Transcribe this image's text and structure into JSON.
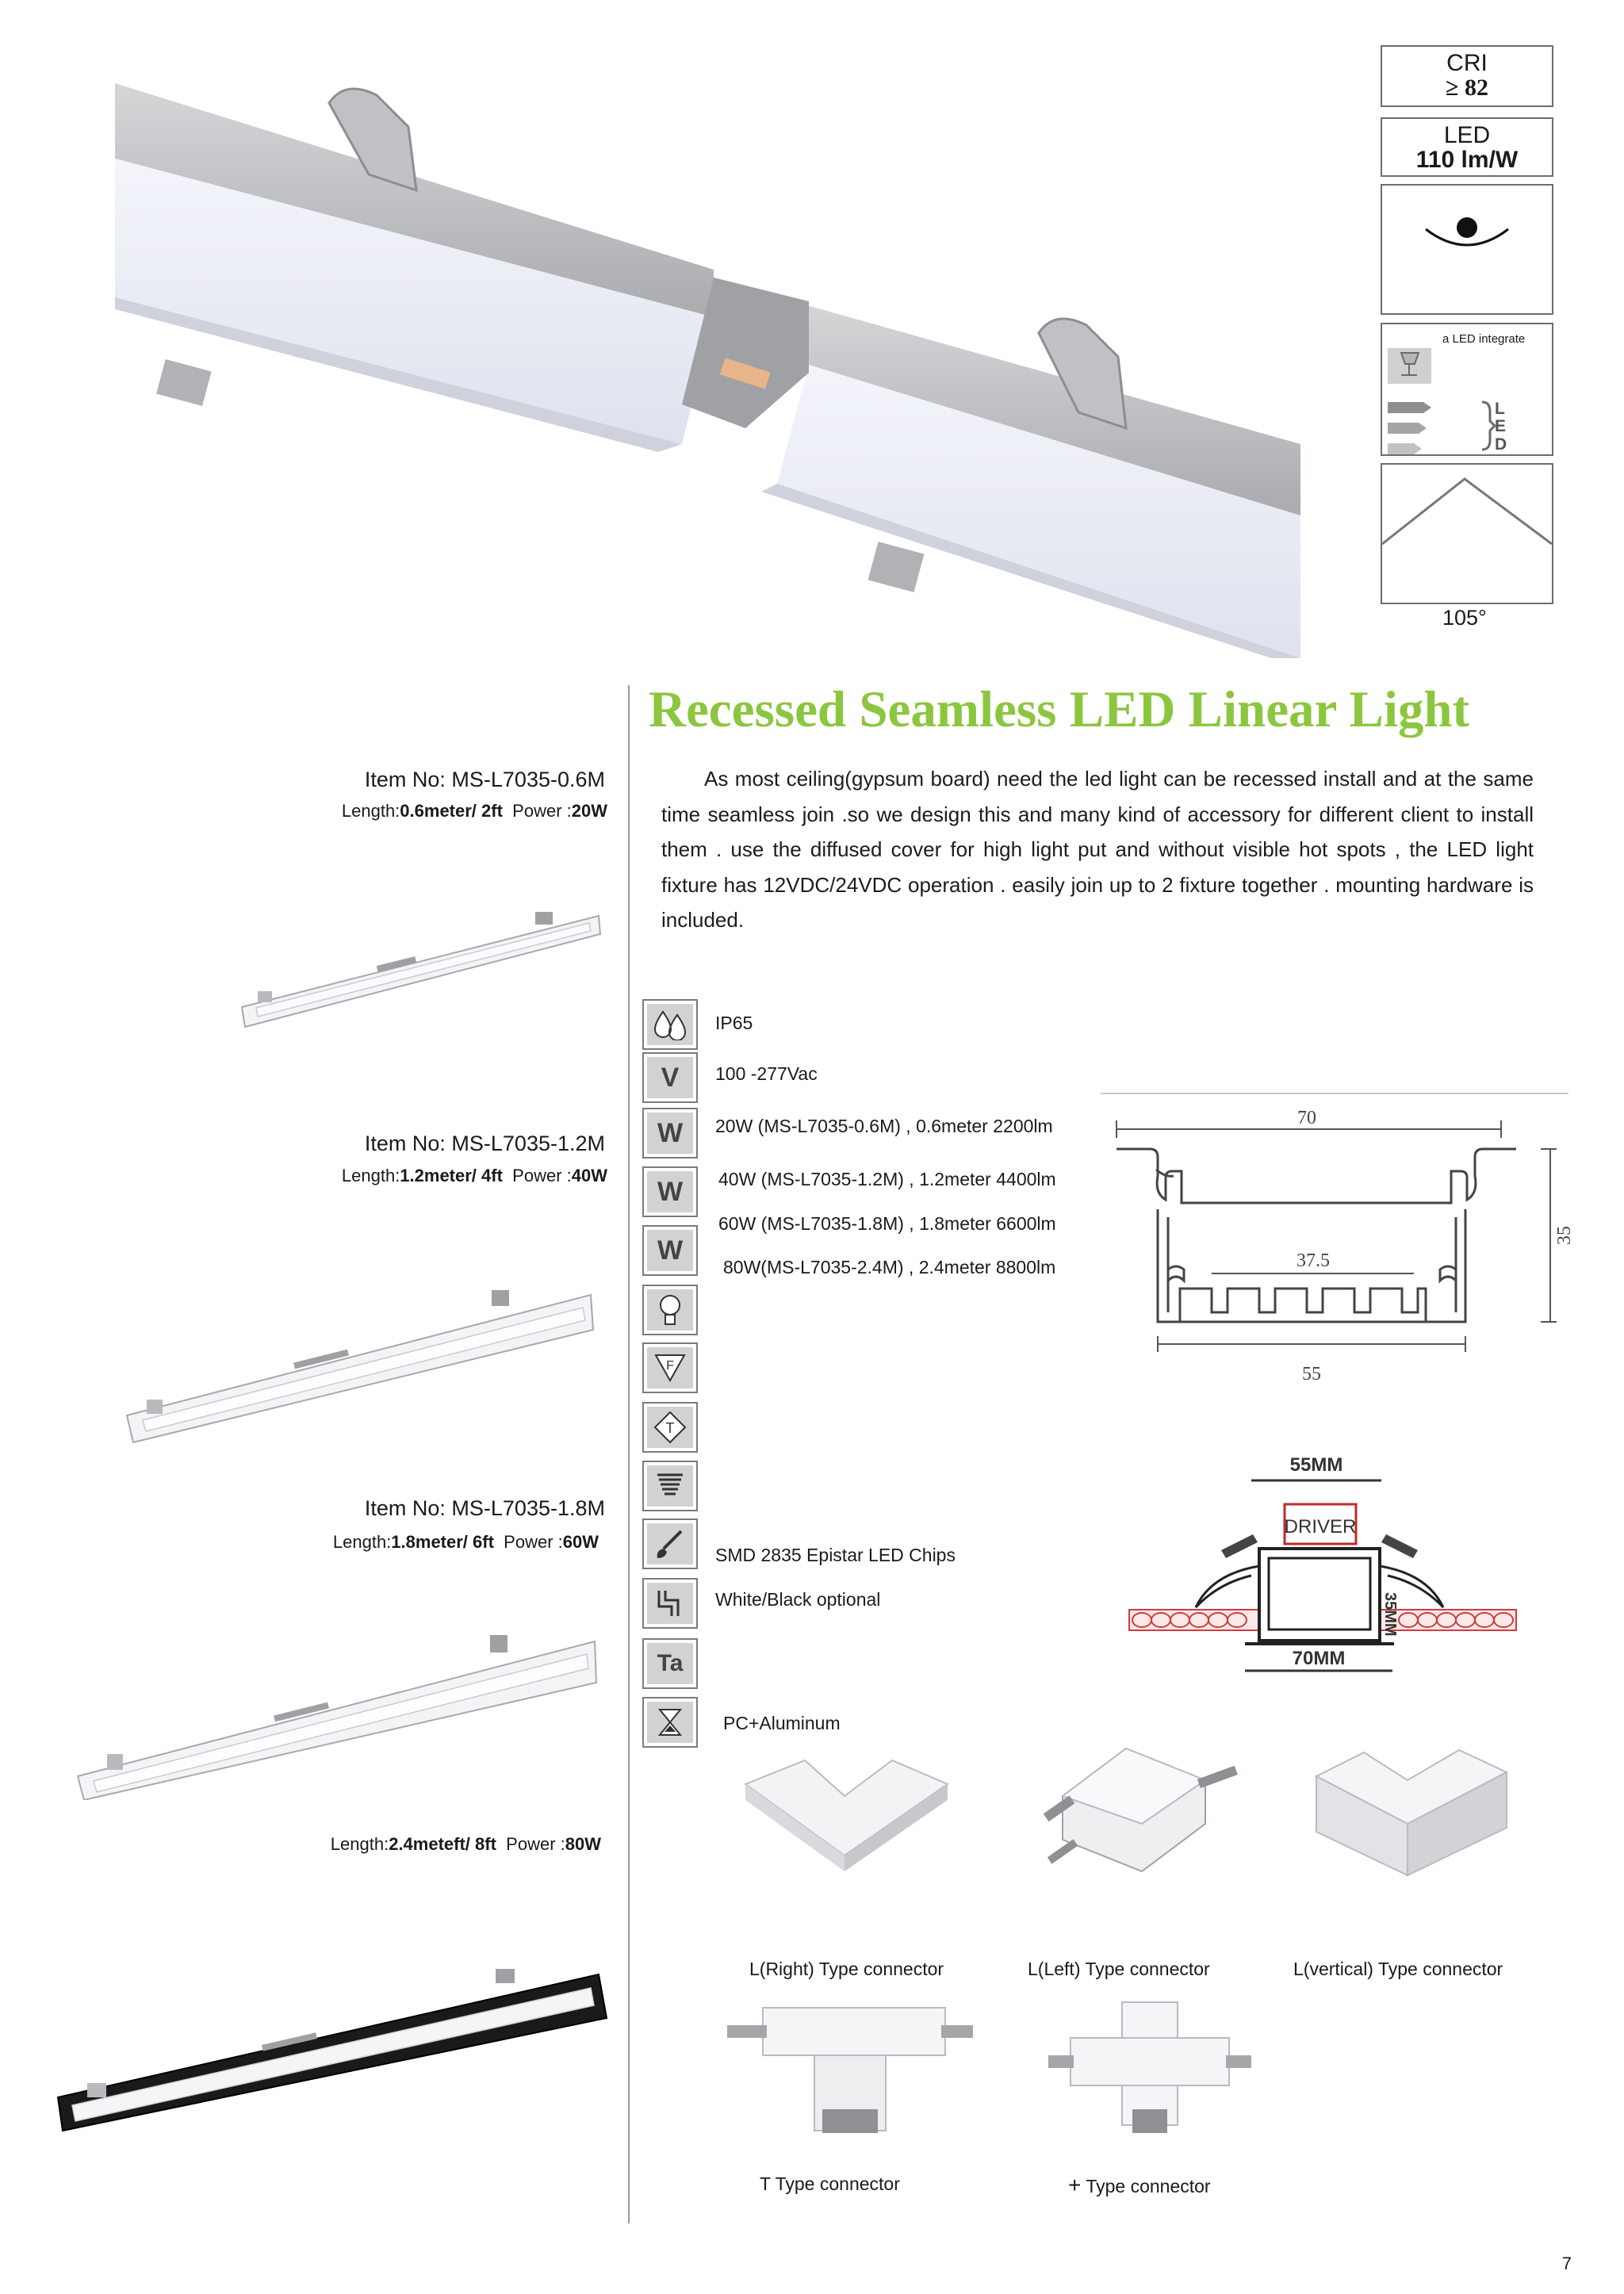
{
  "specs": {
    "cri_label": "CRI",
    "cri_value": "≥ 82",
    "led_label": "LED",
    "led_value": "110 lm/W",
    "led_integrate": "a LED integrate",
    "beam_angle": "105°",
    "energy_letters": [
      "L",
      "E",
      "D"
    ]
  },
  "title": "Recessed Seamless LED Linear Light",
  "description": "As most ceiling(gypsum board) need the led light can be recessed install  and at the same time seamless join .so we design this and many kind of accessory for different client to install them .  use the diffused cover for high light put and without visible hot spots , the LED light fixture has 12VDC/24VDC operation . easily join up to 2 fixture together . mounting hardware is included.",
  "items": [
    {
      "item_no": "Item No: MS-L7035-0.6M",
      "length_prefix": "Length:",
      "length": "0.6meter/ 2ft",
      "power_prefix": "Power :",
      "power": "20W"
    },
    {
      "item_no": "Item No: MS-L7035-1.2M",
      "length_prefix": "Length:",
      "length": "1.2meter/ 4ft",
      "power_prefix": "Power :",
      "power": "40W"
    },
    {
      "item_no": "Item No: MS-L7035-1.8M",
      "length_prefix": "Length:",
      "length": "1.8meter/ 6ft",
      "power_prefix": "Power :",
      "power": "60W"
    },
    {
      "item_no": "",
      "length_prefix": "Length:",
      "length": "2.4meteft/ 8ft",
      "power_prefix": "Power :",
      "power": "80W"
    }
  ],
  "features": {
    "ip": "IP65",
    "voltage": "100 -277Vac",
    "power_1": "20W (MS-L7035-0.6M) , 0.6meter  2200lm",
    "power_2": "40W (MS-L7035-1.2M) , 1.2meter 4400lm",
    "power_3": "60W (MS-L7035-1.8M) , 1.8meter  6600lm",
    "power_4": "80W(MS-L7035-2.4M) , 2.4meter  8800lm",
    "chips": "SMD 2835 Epistar LED Chips",
    "color": "White/Black optional",
    "material": "PC+Aluminum",
    "icon_letters": {
      "v": "V",
      "w": "W",
      "f": "F",
      "t": "T",
      "ta": "Ta"
    }
  },
  "diagram": {
    "width_top": "70",
    "height": "35",
    "inner_width": "37.5",
    "bottom_width": "55",
    "cut_width": "55MM",
    "driver": "DRIVER",
    "depth": "35MM",
    "total_width": "70MM"
  },
  "connectors": {
    "l_right": "L(Right) Type connector",
    "l_left": "L(Left) Type connector",
    "l_vertical": "L(vertical) Type connector",
    "t_type": "T Type connector",
    "plus_symbol": "+",
    "plus_type": " Type connector"
  },
  "page_number": "7"
}
